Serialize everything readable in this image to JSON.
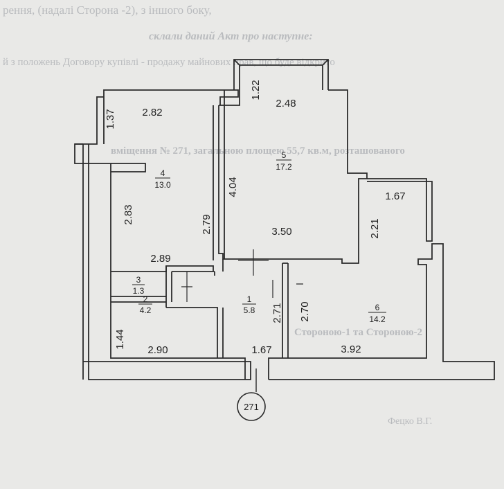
{
  "background_text": {
    "line1": "рення, (надалі Сторона -2), з іншого боку,",
    "line2": "склали даний Акт про наступне:",
    "line3": "й з положень Договору купівлі - продажу майнових прав, що буде відкрито",
    "line4": "вміщення № 271, загальною площею 55,7 кв.м, розташованого",
    "line5": "Стороною-1 та Стороною-2",
    "signature": "Фецко В.Г."
  },
  "plan": {
    "apartment_number": "271",
    "rooms": [
      {
        "number": "1",
        "area": "5.8"
      },
      {
        "number": "2",
        "area": "4.2"
      },
      {
        "number": "3",
        "area": "1.3"
      },
      {
        "number": "4",
        "area": "13.0"
      },
      {
        "number": "5",
        "area": "17.2"
      },
      {
        "number": "6",
        "area": "14.2"
      }
    ],
    "dimensions": {
      "balcony_left_width": "2.82",
      "balcony_left_depth": "1.37",
      "balcony_top_depth": "1.22",
      "balcony_top_width": "2.48",
      "room4_height_left": "2.83",
      "room4_height_right": "2.79",
      "room5_height": "4.04",
      "room5_width": "3.50",
      "room6_top_height": "2.21",
      "balcony_right_width": "1.67",
      "room4_width": "2.89",
      "room1_height_left": "2.71",
      "room1_height_right": "2.70",
      "room2_height": "1.44",
      "room2_width": "2.90",
      "room1_width": "1.67",
      "room6_width": "3.92"
    }
  },
  "colors": {
    "paper": "#e9e9e7",
    "line": "#2b2b2b",
    "background_text": "#b9bbbe"
  }
}
